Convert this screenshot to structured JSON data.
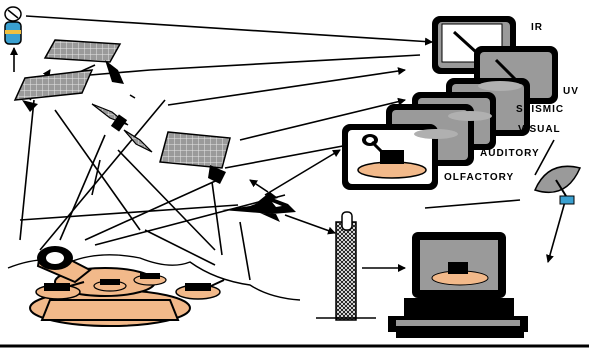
{
  "sensors": {
    "ir": "IR",
    "uv": "UV",
    "seismic": "SEISMIC",
    "visual": "VISUAL",
    "auditory": "AUDITORY",
    "olfactory": "OLFACTORY"
  },
  "colors": {
    "tan": "#f2b98a",
    "panel_gray": "#8a8a8a",
    "screen_gray": "#9a9a9a",
    "dark": "#000000",
    "white": "#ffffff",
    "bottom_rule": "#000000"
  },
  "icons": [
    "satellite-dish-icon",
    "solar-panel-satellite-icon",
    "relay-satellite-icon",
    "jet-aircraft-icon",
    "tank-icon",
    "antenna-tower-icon",
    "computer-workstation-icon",
    "ground-radar-dish-icon",
    "monitor-stack-icon"
  ]
}
